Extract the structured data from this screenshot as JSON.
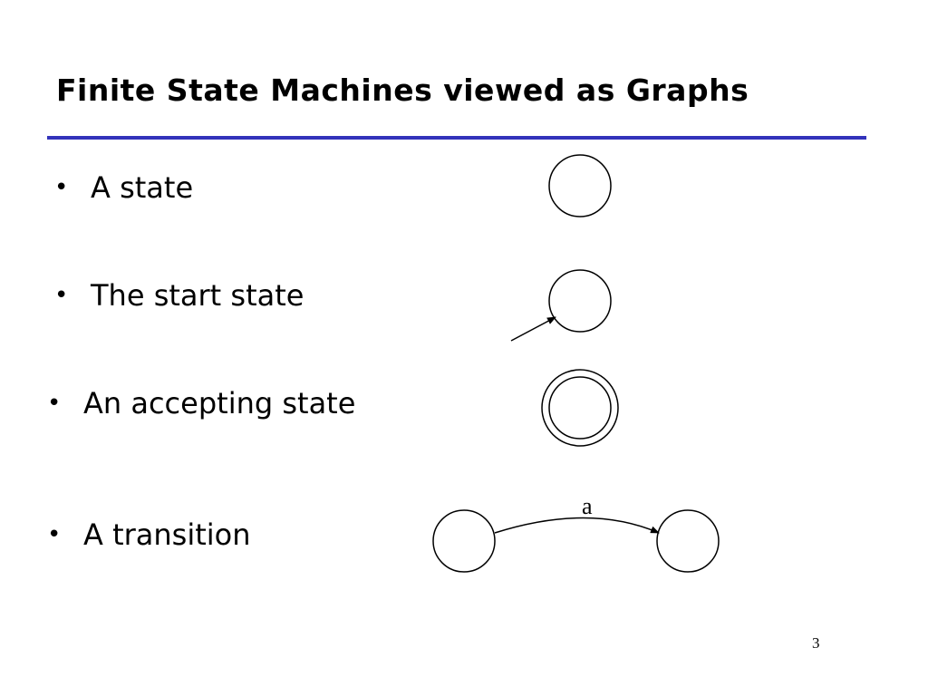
{
  "slide": {
    "title": "Finite State Machines viewed as Graphs",
    "page_number": "3",
    "accent_color": "#3333bb"
  },
  "bullets": [
    {
      "text": "A state"
    },
    {
      "text": "The start state"
    },
    {
      "text": "An accepting state"
    },
    {
      "text": "A transition"
    }
  ],
  "diagram": {
    "transition_label": "a",
    "bullet_glyph": "•"
  }
}
